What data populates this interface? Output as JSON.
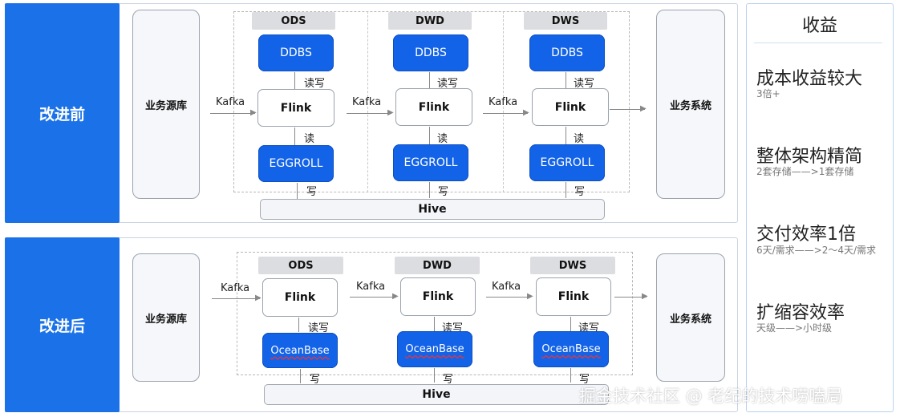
{
  "before": {
    "label": "改进前",
    "source": "业务源库",
    "target": "业务系统",
    "kafka": "Kafka",
    "layers": [
      {
        "name": "ODS",
        "top_store": "DDBS",
        "engine": "Flink",
        "bottom_store": "EGGROLL",
        "rw": "读写",
        "read": "读",
        "write": "写"
      },
      {
        "name": "DWD",
        "top_store": "DDBS",
        "engine": "Flink",
        "bottom_store": "EGGROLL",
        "rw": "读写",
        "read": "读",
        "write": "写"
      },
      {
        "name": "DWS",
        "top_store": "DDBS",
        "engine": "Flink",
        "bottom_store": "EGGROLL",
        "rw": "读写",
        "read": "读",
        "write": "写"
      }
    ],
    "hive": "Hive"
  },
  "after": {
    "label": "改进后",
    "source": "业务源库",
    "target": "业务系统",
    "kafka": "Kafka",
    "layers": [
      {
        "name": "ODS",
        "engine": "Flink",
        "store": "OceanBase",
        "rw": "读写",
        "write": "写"
      },
      {
        "name": "DWD",
        "engine": "Flink",
        "store": "OceanBase",
        "rw": "读写",
        "write": "写"
      },
      {
        "name": "DWS",
        "engine": "Flink",
        "store": "OceanBase",
        "rw": "读写",
        "write": "写"
      }
    ],
    "hive": "Hive"
  },
  "benefits": {
    "title": "收益",
    "items": [
      {
        "title": "成本收益较大",
        "sub": "3倍+"
      },
      {
        "title": "整体架构精简",
        "sub": "2套存储——>1套存储"
      },
      {
        "title": "交付效率1倍",
        "sub": "6天/需求——>2～4天/需求"
      },
      {
        "title": "扩缩容效率",
        "sub": "天级——>小时级"
      }
    ]
  },
  "watermark": "掘金技术社区 @ 老纪的技术唠嗑局",
  "colors": {
    "accent": "#1b72e8",
    "store_blue": "#1363e8"
  }
}
